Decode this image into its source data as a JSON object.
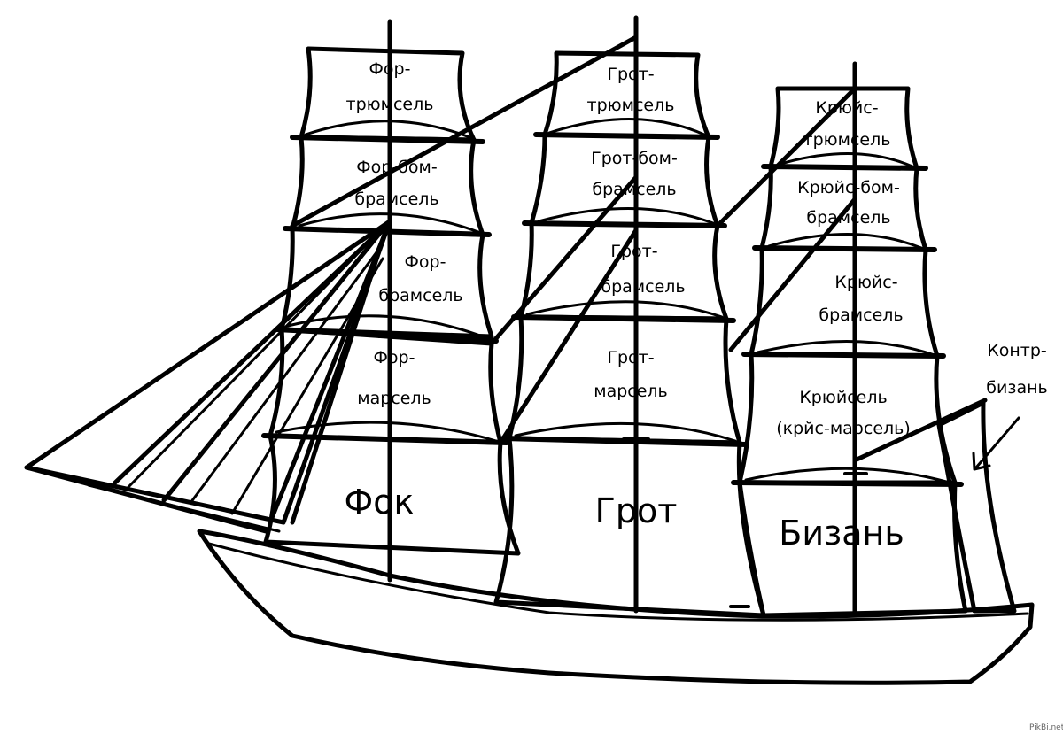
{
  "sails": {
    "fore": {
      "royal_top": [
        "Фор-",
        "трюмсель"
      ],
      "royal": [
        "Фор-бом-",
        "брамсель"
      ],
      "topgallant": [
        "Фор-",
        "брамсель"
      ],
      "topsail": [
        "Фор-",
        "марсель"
      ],
      "course": "Фок"
    },
    "main": {
      "royal_top": [
        "Грот-",
        "трюмсель"
      ],
      "royal": [
        "Грот-бом-",
        "брамсель"
      ],
      "topgallant": [
        "Грот-",
        "брамсель"
      ],
      "topsail": [
        "Грот-",
        "марсель"
      ],
      "course": "Грот"
    },
    "mizzen": {
      "royal_top": [
        "Крюйс-",
        "трюмсель"
      ],
      "royal": [
        "Крюйс-бом-",
        "брамсель"
      ],
      "topgallant": [
        "Крюйс-",
        "брамсель"
      ],
      "topsail": [
        "Крюйсель",
        "(крйс-марсель)"
      ],
      "course": "Бизань"
    },
    "spanker": [
      "Контр-",
      "бизань"
    ]
  },
  "watermark": "PikBi.net"
}
